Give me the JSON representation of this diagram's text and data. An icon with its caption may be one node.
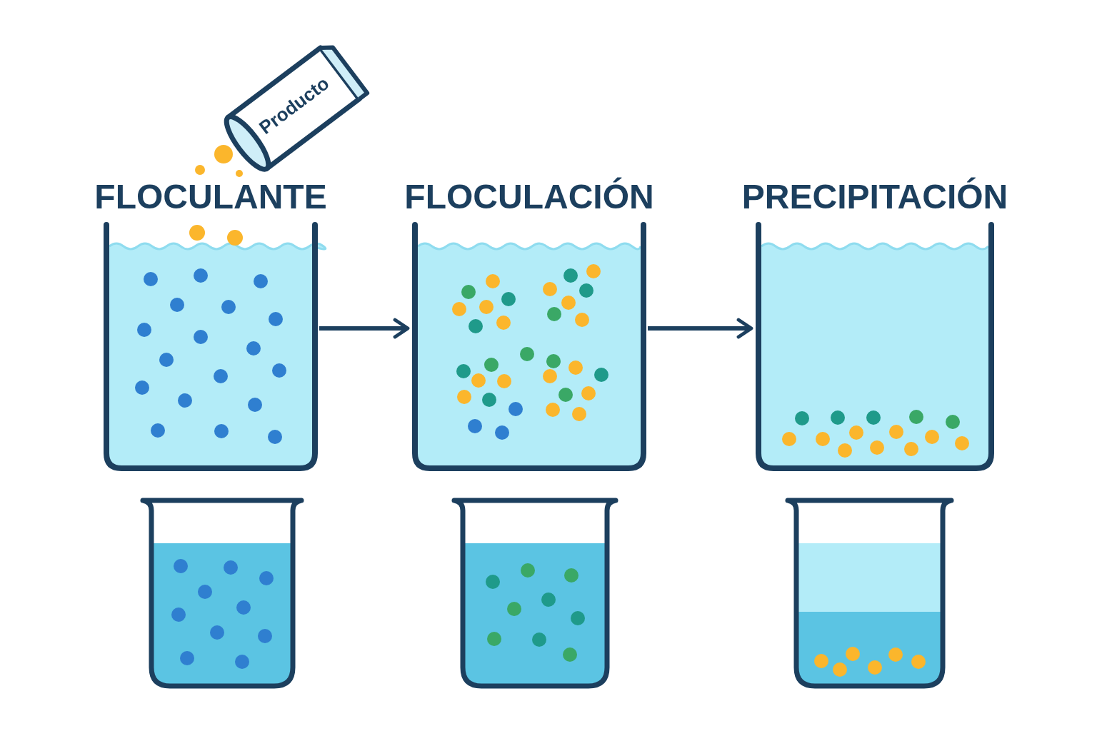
{
  "diagram": {
    "nodes": [
      {
        "text": [
          "Producto"
        ]
      },
      {
        "text": [
          "FLOCULANTE"
        ]
      },
      {
        "text": [
          "FLOCULACIÓN"
        ]
      },
      {
        "text": [
          "PRECIPITACIÓN"
        ]
      },
      {
        "text": [],
        "shape": "beaker"
      },
      {
        "text": [],
        "shape": "beaker"
      },
      {
        "text": [],
        "shape": "beaker"
      }
    ],
    "edges": [
      {
        "from": 1,
        "to": 2,
        "arrow": "to"
      },
      {
        "from": 2,
        "to": 3,
        "arrow": "to"
      }
    ]
  }
}
